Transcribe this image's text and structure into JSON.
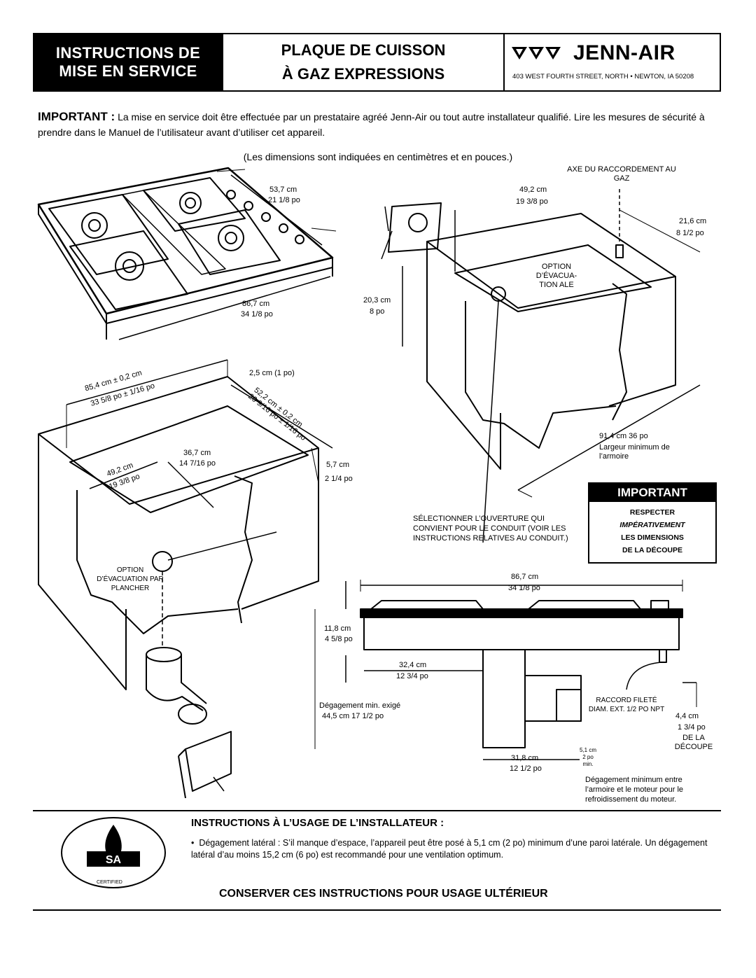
{
  "header": {
    "left_line1": "INSTRUCTIONS DE",
    "left_line2": "MISE EN SERVICE",
    "mid_line1": "PLAQUE DE CUISSON",
    "mid_line2": "À GAZ EXPRESSIONS",
    "brand": "JENN-AIR",
    "address": "403 WEST FOURTH STREET, NORTH • NEWTON, IA  50208"
  },
  "intro": {
    "important": "IMPORTANT :",
    "text": "La mise en service doit être effectuée par un prestataire agréé Jenn-Air ou tout autre installateur qualifié. Lire les mesures de sécurité à prendre dans le Manuel de l’utilisateur avant d’utiliser cet appareil.",
    "dims_note": "(Les dimensions sont indiquées en centimètres et en pouces.)"
  },
  "cooktop_diagram": {
    "depth_cm": "53,7 cm",
    "depth_in": "21 1/8 po",
    "width_cm": "86,7 cm",
    "width_in": "34 1/8 po"
  },
  "left_cabinet_diagram": {
    "cut_width": "85,4 cm ± 0,2 cm",
    "cut_width_in": "33 5/8 po ± 1/16 po",
    "thickness": "2,5 cm (1 po)",
    "cut_depth": "52,2 cm ± 0,2 cm",
    "cut_depth_in": "20 9/16 po ± 1/16 po",
    "front_depth": "49,2 cm",
    "front_depth_in": "19 3/8 po",
    "inner_cm": "36,7 cm",
    "inner_in": "14 7/16 po",
    "side_cm": "5,7 cm",
    "side_in": "2 1/4 po",
    "option_label": "OPTION D’ÉVACUATION PAR PLANCHER"
  },
  "right_cabinet_diagram": {
    "gas_axis": "AXE DU RACCORDEMENT AU GAZ",
    "depth_cm": "49,2 cm",
    "depth_in": "19 3/8 po",
    "gas_cm": "21,6 cm",
    "gas_in": "8 1/2 po",
    "option_label": "OPTION D’ÉVACUA- TION ALE",
    "height_cm": "20,3 cm",
    "height_in": "8 po",
    "min_width": "91,4 cm  36 po",
    "min_width_label": "Largeur minimum de l’armoire"
  },
  "conduit_note": "SÉLECTIONNER L’OUVERTURE QUI CONVIENT POUR LE CONDUIT (VOIR LES INSTRUCTIONS RELATIVES AU CONDUIT.)",
  "important_box": {
    "title": "IMPORTANT",
    "line1": "RESPECTER",
    "line2": "IMPÉRATIVEMENT",
    "line3": "LES DIMENSIONS",
    "line4": "DE LA DÉCOUPE"
  },
  "side_diagram": {
    "width_cm": "86,7 cm",
    "width_in": "34 1/8 po",
    "height_cm": "11,8 cm",
    "height_in": "4 5/8 po",
    "motor_cm": "32,4 cm",
    "motor_in": "12 3/4 po",
    "clearance_label": "Dégagement min. exigé",
    "clearance_val": "44,5 cm  17 1/2 po",
    "bottom_cm": "31,8 cm",
    "bottom_in": "12 1/2 po",
    "min_cm": "5,1 cm",
    "min_in": "2 po",
    "min_label": "min.",
    "fitting": "RACCORD FILETÉ DIAM. EXT. 1/2 PO NPT",
    "cutout_cm": "4,4 cm",
    "cutout_in": "1 3/4 po",
    "cutout_label": "DE LA DÉCOUPE",
    "motor_note": "Dégagement minimum entre l’armoire et le moteur pour le refroidissement du moteur."
  },
  "installer": {
    "title": "INSTRUCTIONS À L’USAGE DE L’INSTALLATEUR :",
    "bullet": "Dégagement latéral : S’il manque d’espace, l’appareil peut être posé à 5,1 cm (2 po) minimum d’une paroi latérale. Un dégagement latéral d’au moins 15,2 cm (6 po) est recommandé pour une ventilation optimum.",
    "footer": "CONSERVER CES INSTRUCTIONS POUR USAGE ULTÉRIEUR",
    "cert_text": "CERTIFIED"
  }
}
